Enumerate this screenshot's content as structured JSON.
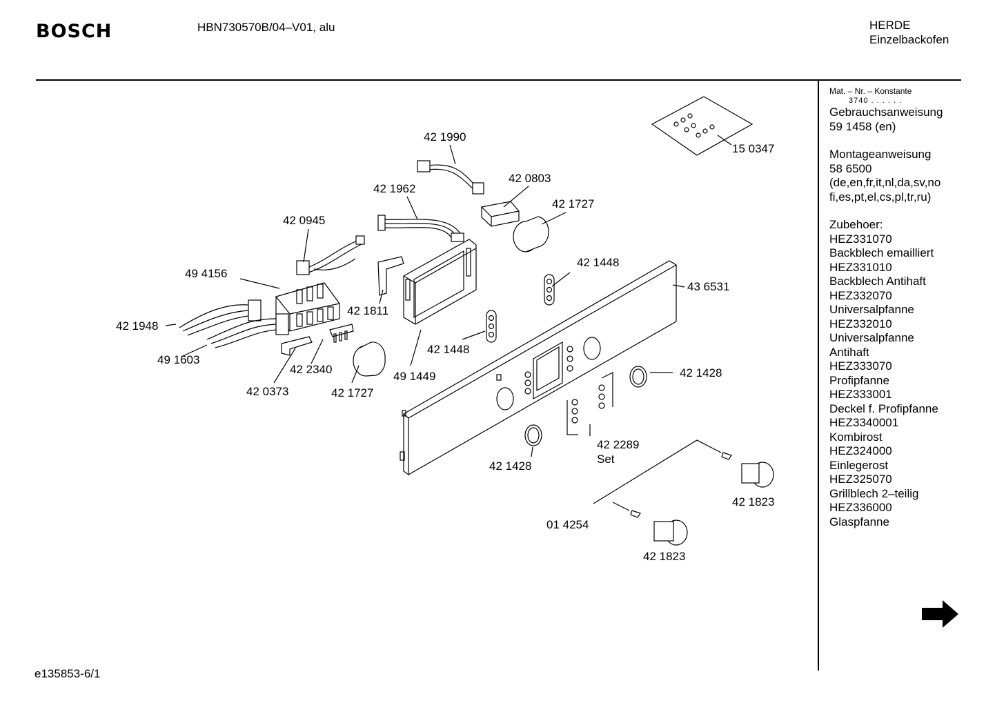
{
  "header": {
    "brand": "BOSCH",
    "model": "HBN730570B/04–V01, alu",
    "category_line1": "HERDE",
    "category_line2": "Einzelbackofen"
  },
  "parts": [
    {
      "id": "p1",
      "label": "42 1990"
    },
    {
      "id": "p2",
      "label": "42 0803"
    },
    {
      "id": "p3",
      "label": "42 1962"
    },
    {
      "id": "p4",
      "label": "42 1727"
    },
    {
      "id": "p5",
      "label": "42 0945"
    },
    {
      "id": "p6",
      "label": "42 1448"
    },
    {
      "id": "p7",
      "label": "49 4156"
    },
    {
      "id": "p8",
      "label": "43 6531"
    },
    {
      "id": "p9",
      "label": "42 1811"
    },
    {
      "id": "p10",
      "label": "42 1948"
    },
    {
      "id": "p11",
      "label": "42 1448"
    },
    {
      "id": "p12",
      "label": "49 1603"
    },
    {
      "id": "p13",
      "label": "42 2340"
    },
    {
      "id": "p14",
      "label": "49 1449"
    },
    {
      "id": "p15",
      "label": "42 1428"
    },
    {
      "id": "p16",
      "label": "42 0373"
    },
    {
      "id": "p17",
      "label": "42 1727"
    },
    {
      "id": "p18",
      "label": "42 2289"
    },
    {
      "id": "p19",
      "label": "Set"
    },
    {
      "id": "p20",
      "label": "42 1428"
    },
    {
      "id": "p21",
      "label": "42 1823"
    },
    {
      "id": "p22",
      "label": "01 4254"
    },
    {
      "id": "p23",
      "label": "42 1823"
    },
    {
      "id": "p24",
      "label": "15 0347"
    }
  ],
  "sidebar": {
    "header_small": "Mat. – Nr. – Konstante",
    "header_small2": "3740 . . . . . .",
    "lines_a": [
      "Gebrauchsanweisung",
      "59 1458 (en)"
    ],
    "lines_b": [
      "Montageanweisung",
      "58 6500",
      "(de,en,fr,it,nl,da,sv,no",
      "fi,es,pt,el,cs,pl,tr,ru)"
    ],
    "lines_c": [
      "Zubehoer:",
      "HEZ331070",
      "Backblech emailliert",
      "HEZ331010",
      "Backblech Antihaft",
      "HEZ332070",
      "Universalpfanne",
      "HEZ332010",
      "Universalpfanne",
      "Antihaft",
      "HEZ333070",
      "Profipfanne",
      "HEZ333001",
      "Deckel f. Profipfanne",
      "HEZ3340001",
      "Kombirost",
      "HEZ324000",
      "Einlegerost",
      "HEZ325070",
      "Grillblech 2–teilig",
      "HEZ336000",
      "Glaspfanne"
    ]
  },
  "footer": {
    "code": "e135853-6/1"
  },
  "icons": {
    "next": "arrow-right-icon"
  }
}
